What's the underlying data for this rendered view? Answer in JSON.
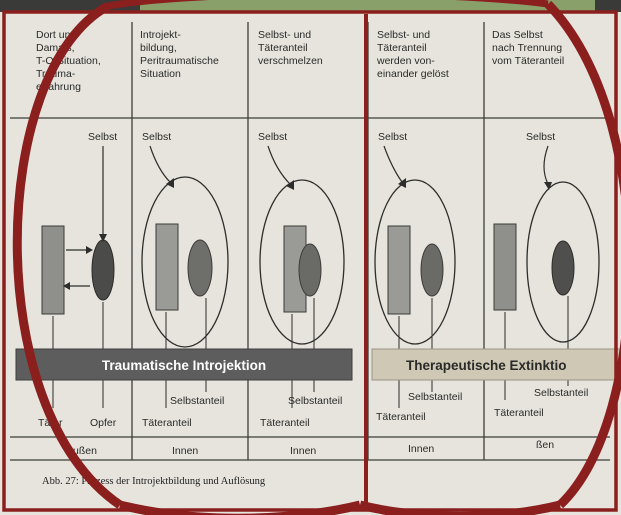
{
  "columns": [
    {
      "header": [
        "Dort und",
        "Damals,",
        "T-O-Situation,",
        "Trauma-",
        "erfahrung"
      ],
      "self_label": "Selbst",
      "bottom": "Außen",
      "labels": [
        "Täter",
        "Opfer"
      ]
    },
    {
      "header": [
        "Introjekt-",
        "bildung,",
        "Peritraumatische",
        "Situation"
      ],
      "self_label": "Selbst",
      "bottom": "Innen",
      "labels": [
        "Selbstanteil",
        "Täteranteil"
      ]
    },
    {
      "header": [
        "Selbst- und",
        "Täteranteil",
        "verschmelzen"
      ],
      "self_label": "Selbst",
      "bottom": "Innen",
      "labels": [
        "Selbstanteil",
        "Täteranteil"
      ]
    },
    {
      "header": [
        "Selbst- und",
        "Täteranteil",
        "werden von-",
        "einander gelöst"
      ],
      "self_label": "Selbst",
      "bottom": "Innen",
      "labels": [
        "Selbstanteil",
        "Täteranteil"
      ]
    },
    {
      "header": [
        "Das Selbst",
        "nach Trennung",
        "vom Täteranteil"
      ],
      "self_label": "Selbst",
      "bottom": "ßen",
      "labels": [
        "Selbstanteil",
        "Täteranteil"
      ]
    }
  ],
  "banners": {
    "left": "Traumatische Introjektion",
    "right": "Therapeutische Extinktio"
  },
  "caption": "Abb. 27: Prozess der Introjektbildung und Auflösung",
  "colors": {
    "frame_red": "#8b1f1d",
    "banner_left": "#5d5d5d",
    "banner_right": "#cfc8b5",
    "banner_right_text": "#8b1f1d",
    "top_green": "#8aa06a"
  }
}
